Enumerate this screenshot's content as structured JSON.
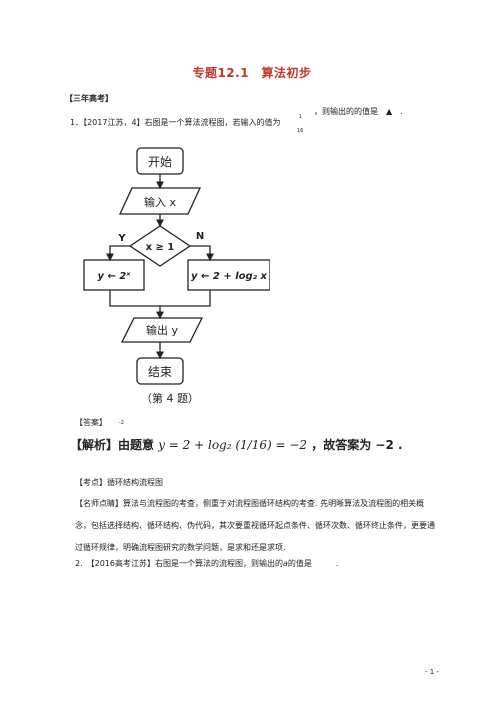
{
  "title": "专题12.1　算法初步",
  "section": "【三年高考】",
  "q1": {
    "prefix": "1．【2017江苏，4】右图是一个算法流程图，若输入的值为",
    "frac_num": "1",
    "frac_den": "16",
    "suffix": "，则输出的的值是　▲　."
  },
  "flowchart": {
    "start": "开始",
    "input": "输入 x",
    "condition": "x ≥ 1",
    "yes": "Y",
    "no": "N",
    "left_box": "y ← 2ˣ",
    "right_box": "y ← 2 + log₂ x",
    "output": "输出 y",
    "end": "结束",
    "caption": "（第 4 题）"
  },
  "answer": {
    "label": "【答案】",
    "value": "-2"
  },
  "analysis": {
    "prefix": "【解析】由题意",
    "expr": "y = 2 + log₂ (1/16) = −2",
    "rest": "，故答案为 −2 ."
  },
  "kaodian": "【考点】循环结构流程图",
  "comment": "【名师点睛】算法与流程图的考查，侧重于对流程图循环结构的考查. 先明晰算法及流程图的相关概念，包括选择结构、循环结构、伪代码，其次要重视循环起点条件、循环次数、循环终止条件，更要通过循环规律，明确流程图研究的数学问题，是求和还是求项.",
  "q2": {
    "prefix": "2.　【2016高考江苏】右图是一个算法的流程图，则输出的",
    "var": "a",
    "suffix": "的值是　　　."
  },
  "page_number": "- 1 -"
}
